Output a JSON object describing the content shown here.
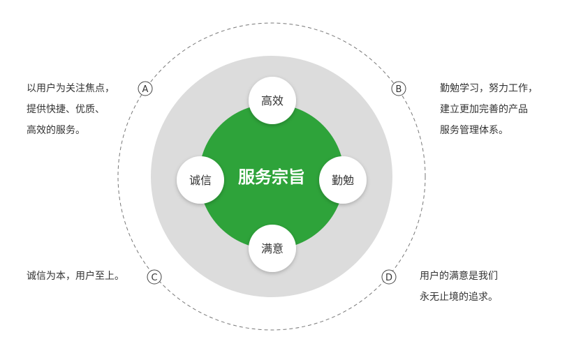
{
  "diagram": {
    "center_title": "服务宗旨",
    "nodes": [
      {
        "label": "高效"
      },
      {
        "label": "勤勉"
      },
      {
        "label": "满意"
      },
      {
        "label": "诚信"
      }
    ],
    "markers": [
      {
        "letter": "A",
        "lines": [
          "以用户为关注焦点，",
          "提供快捷、优质、",
          "高效的服务。"
        ]
      },
      {
        "letter": "B",
        "lines": [
          "勤勉学习，努力工作，",
          "建立更加完善的产品",
          "服务管理体系。"
        ]
      },
      {
        "letter": "C",
        "lines": [
          "诚信为本，用户至上。"
        ]
      },
      {
        "letter": "D",
        "lines": [
          "用户的满意是我们",
          "永无止境的追求。"
        ]
      }
    ],
    "colors": {
      "green": "#2ea33a",
      "gray_ring": "#dcdcdc",
      "node_fill": "#ffffff",
      "dash": "#777777",
      "text": "#333333"
    }
  }
}
